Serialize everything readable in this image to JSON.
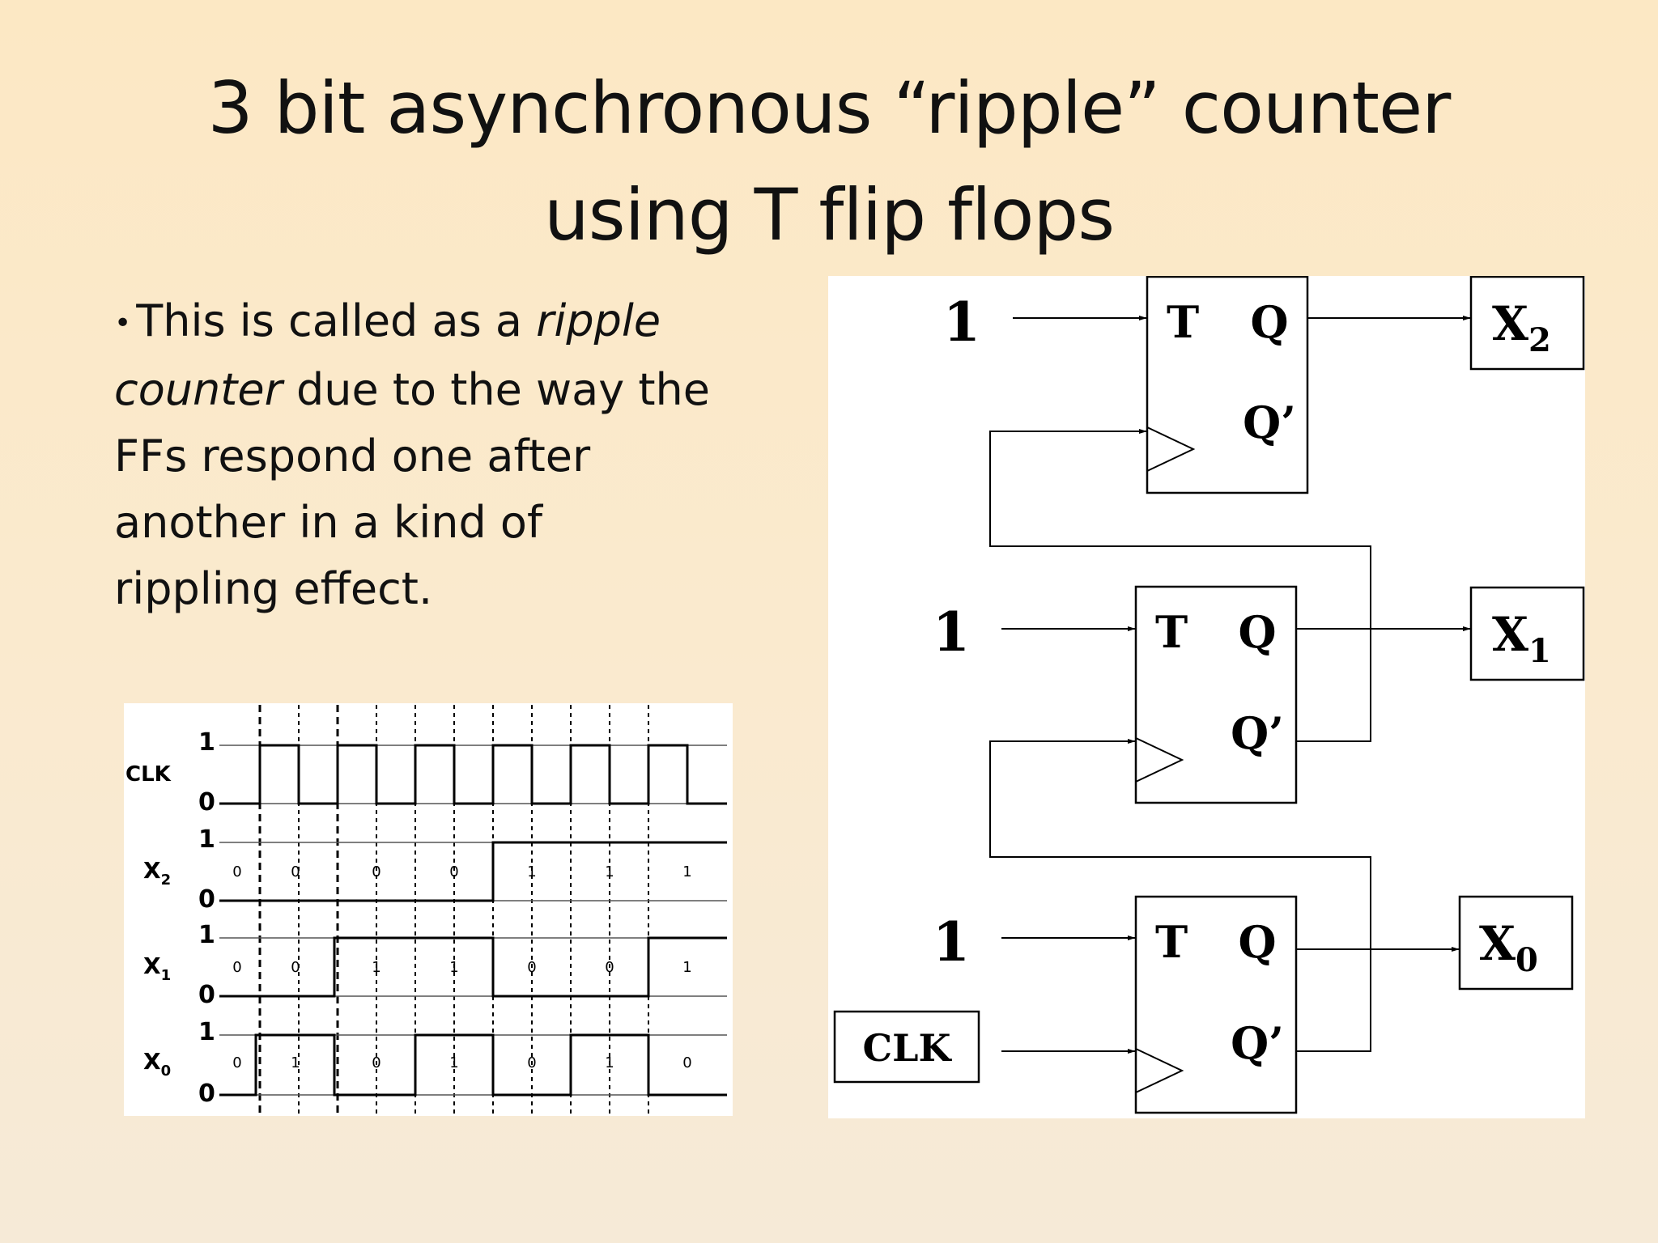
{
  "slide": {
    "title_line1": "3 bit asynchronous “ripple” counter",
    "title_line2": "using T flip flops",
    "bullet": {
      "marker": "•",
      "seg1": "This is called as a ",
      "seg2_italic": "ripple",
      "seg3_italic": "counter",
      "seg4": " due to the way the",
      "seg5": "FFs respond one after",
      "seg6": "another in a kind of",
      "seg7": "rippling effect."
    }
  },
  "circuit": {
    "flip_flops": [
      {
        "t_label": "T",
        "q_label": "Q",
        "qbar_label": "Q’",
        "input_label": "1",
        "output_label": "X",
        "output_sub": "2"
      },
      {
        "t_label": "T",
        "q_label": "Q",
        "qbar_label": "Q’",
        "input_label": "1",
        "output_label": "X",
        "output_sub": "1"
      },
      {
        "t_label": "T",
        "q_label": "Q",
        "qbar_label": "Q’",
        "input_label": "1",
        "output_label": "X",
        "output_sub": "0"
      }
    ],
    "clock_label": "CLK"
  },
  "timing": {
    "clk_label": "CLK",
    "level_high": "1",
    "level_low": "0",
    "signals": [
      {
        "name": "X",
        "sub": "2",
        "values": [
          "0",
          "0",
          "0",
          "0",
          "1",
          "1",
          "1"
        ]
      },
      {
        "name": "X",
        "sub": "1",
        "values": [
          "0",
          "0",
          "1",
          "1",
          "0",
          "0",
          "1"
        ]
      },
      {
        "name": "X",
        "sub": "0",
        "values": [
          "0",
          "1",
          "0",
          "1",
          "0",
          "1",
          "0"
        ]
      }
    ]
  }
}
